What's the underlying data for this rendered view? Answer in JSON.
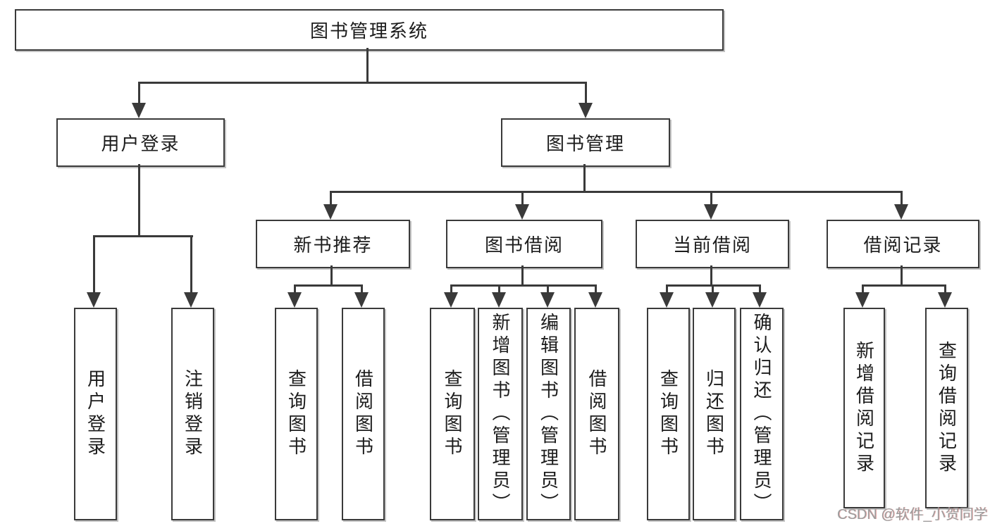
{
  "diagram": {
    "title": "图书管理系统",
    "type": "functional-structure-tree",
    "colors": {
      "line": "#3a3a3a",
      "box_border": "#3a3a3a",
      "box_fill": "#ffffff",
      "text": "#1c1c1c",
      "background": "#ffffff",
      "watermark": "#9c9c9c"
    },
    "nodes": {
      "root": "图书管理系统",
      "login": "用户登录",
      "manage": "图书管理",
      "recommend": "新书推荐",
      "borrow": "图书借阅",
      "current": "当前借阅",
      "records": "借阅记录",
      "leaf_login": "用户登录",
      "leaf_logout": "注销登录",
      "leaf_rec_query": "查询图书",
      "leaf_rec_borrow": "借阅图书",
      "leaf_bor_query": "查询图书",
      "leaf_bor_add": "新增图书（管理员）",
      "leaf_bor_edit": "编辑图书（管理员）",
      "leaf_bor_borrow": "借阅图书",
      "leaf_cur_query": "查询图书",
      "leaf_cur_return": "归还图书",
      "leaf_cur_confirm": "确认归还（管理员）",
      "leaf_log_add": "新增借阅记录",
      "leaf_log_query": "查询借阅记录"
    },
    "hierarchy": {
      "图书管理系统": {
        "用户登录": [
          "用户登录",
          "注销登录"
        ],
        "图书管理": {
          "新书推荐": [
            "查询图书",
            "借阅图书"
          ],
          "图书借阅": [
            "查询图书",
            "新增图书（管理员）",
            "编辑图书（管理员）",
            "借阅图书"
          ],
          "当前借阅": [
            "查询图书",
            "归还图书",
            "确认归还（管理员）"
          ],
          "借阅记录": [
            "新增借阅记录",
            "查询借阅记录"
          ]
        }
      }
    },
    "watermark": "CSDN @软件_小贺同学"
  }
}
